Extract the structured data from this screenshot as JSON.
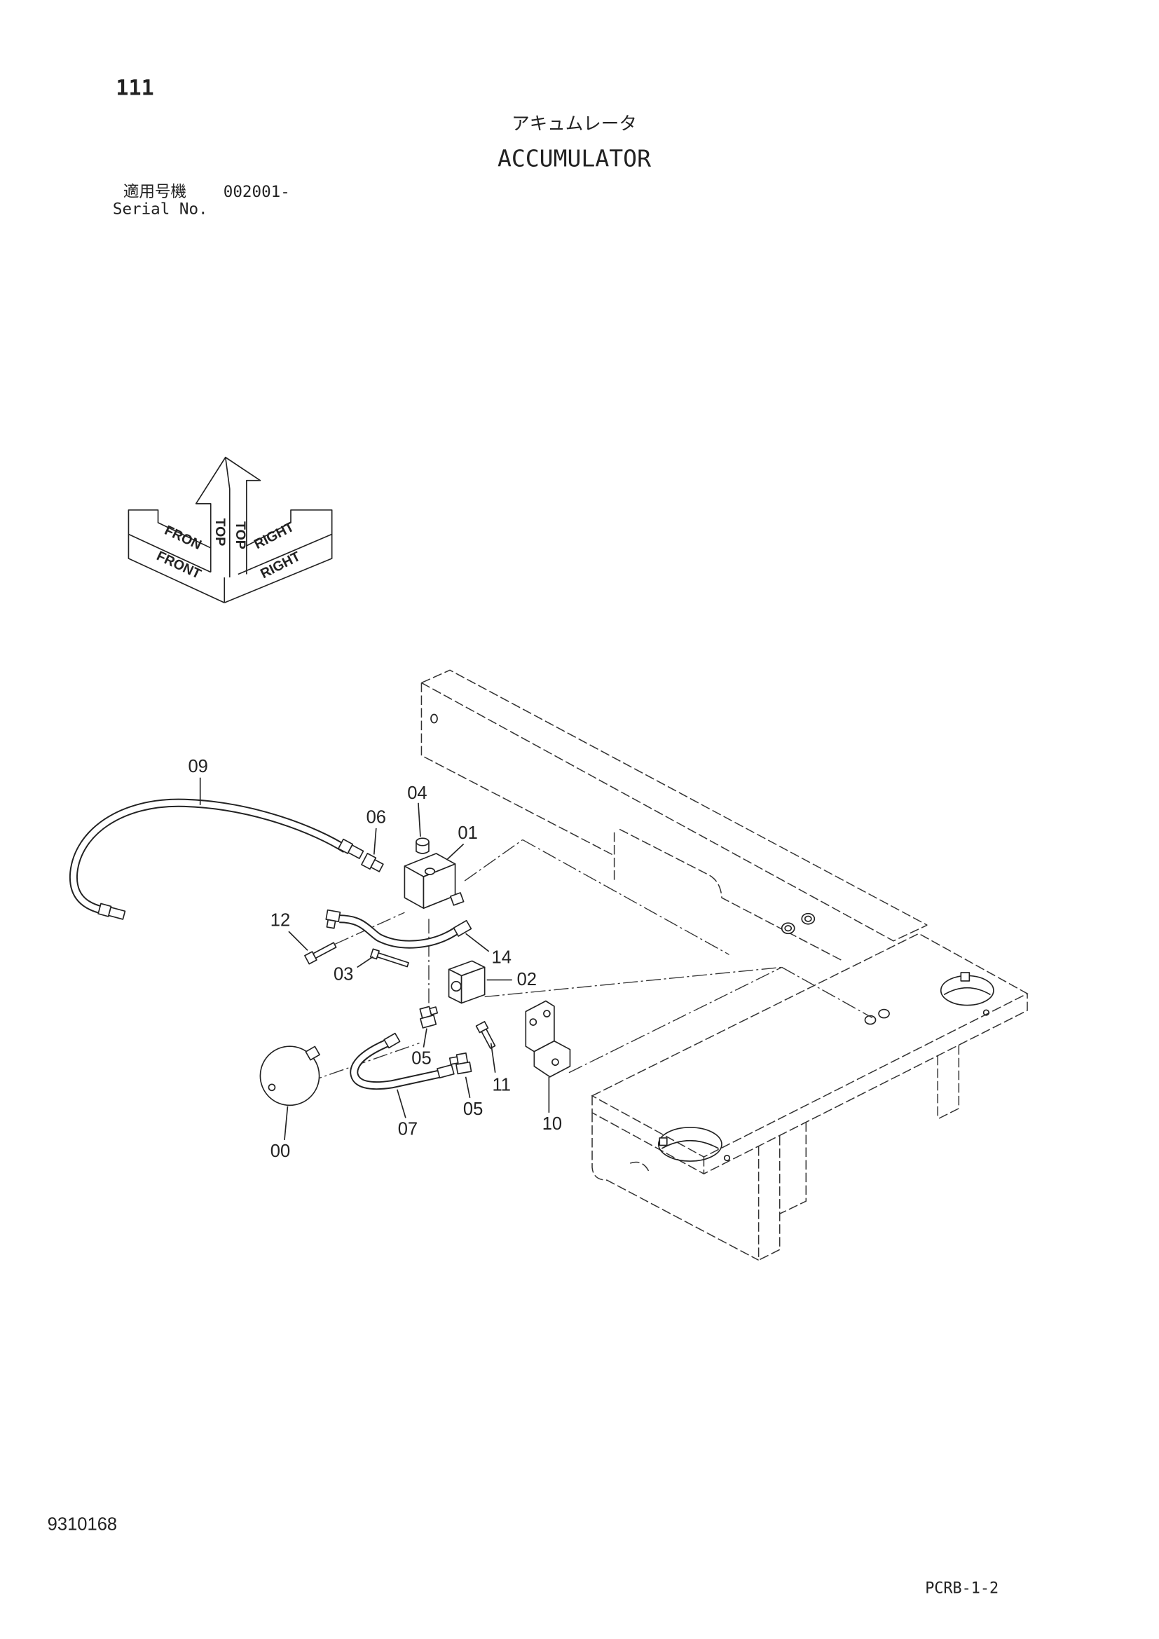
{
  "page_number": "111",
  "title": {
    "jp": "アキュムレータ",
    "en": "ACCUMULATOR"
  },
  "serial": {
    "label_jp": "適用号機",
    "value": "002001-",
    "label_en": "Serial No."
  },
  "orientation": {
    "front_upper": "FRON",
    "front_lower": "FRONT",
    "top_left": "TOP",
    "top_right": "TOP",
    "right_upper": "RIGHT",
    "right_lower": "RIGHT"
  },
  "callouts": [
    "09",
    "04",
    "06",
    "01",
    "12",
    "14",
    "03",
    "02",
    "05",
    "11",
    "05",
    "07",
    "10",
    "00"
  ],
  "footer": {
    "drawing_number": "9310168",
    "page_code": "PCRB-1-2"
  }
}
